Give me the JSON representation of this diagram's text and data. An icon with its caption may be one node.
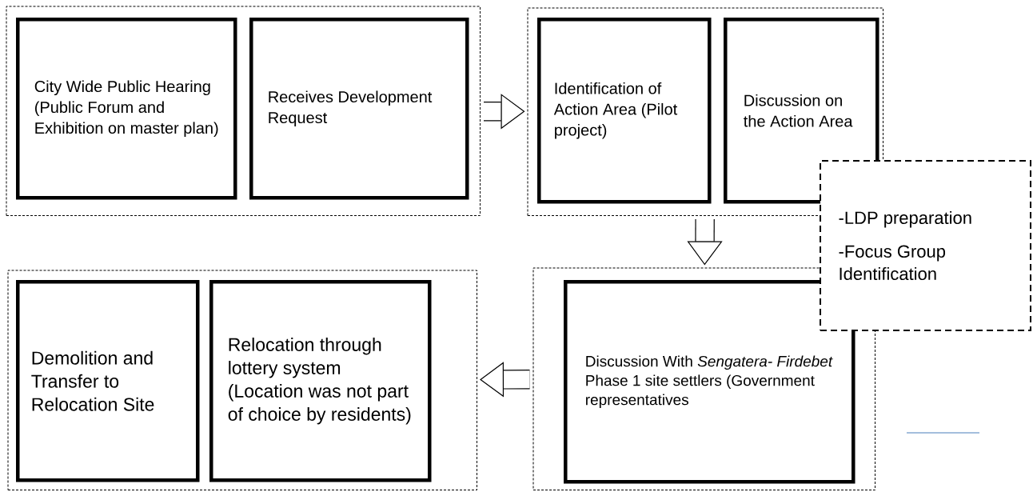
{
  "diagram": {
    "nodes": [
      {
        "text": [],
        "shape": "box"
      },
      {
        "text": [
          "City Wide Public Hearing (Public Forum and Exhibition on master plan)"
        ],
        "in": 0
      },
      {
        "text": [
          "Receives Development Request"
        ],
        "in": 0
      },
      {
        "text": [],
        "shape": "box"
      },
      {
        "text": [
          "Identification of Action Area (Pilot project)"
        ],
        "in": 3
      },
      {
        "text": [
          "Discussion on the Action Area"
        ],
        "in": 3
      },
      {
        "text": [],
        "shape": "box"
      },
      {
        "text": [
          "Discussion With *Sengatera- Firdebet* Phase 1 site settlers (Government representatives"
        ],
        "in": 6
      },
      {
        "text": [],
        "shape": "box"
      },
      {
        "text": [
          "Demolition and Transfer to Relocation Site"
        ],
        "in": 8
      },
      {
        "text": [
          "Relocation through lottery system (Location was not part of choice by residents)"
        ],
        "in": 8
      },
      {
        "text": [
          "-LDP preparation",
          "-Focus Group Identification"
        ]
      }
    ],
    "edges": [
      {
        "from": 0,
        "to": 3,
        "arrow": "to"
      },
      {
        "from": 3,
        "to": 6,
        "arrow": "to"
      },
      {
        "from": 6,
        "to": 8,
        "arrow": "to"
      }
    ]
  }
}
